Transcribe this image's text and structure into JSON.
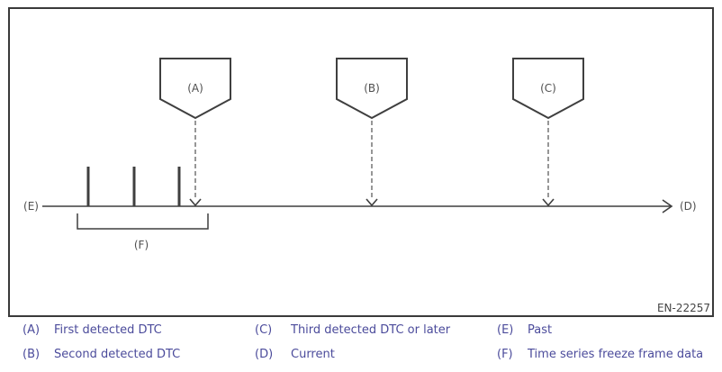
{
  "figure": {
    "markers": [
      {
        "key": "(A)"
      },
      {
        "key": "(B)"
      },
      {
        "key": "(C)"
      }
    ],
    "past_label": "(E)",
    "current_label": "(D)",
    "bracket_label": "(F)",
    "figure_code": "EN-22257"
  },
  "legend": {
    "items": [
      {
        "key": "(A)",
        "text": "First detected DTC"
      },
      {
        "key": "(B)",
        "text": "Second detected DTC"
      },
      {
        "key": "(C)",
        "text": "Third detected DTC or later"
      },
      {
        "key": "(D)",
        "text": "Current"
      },
      {
        "key": "(E)",
        "text": "Past"
      },
      {
        "key": "(F)",
        "text": "Time series freeze frame data"
      }
    ]
  },
  "colors": {
    "line": "#3f3f3f",
    "diagram_label": "#4f4f4f",
    "legend_text": "#4b4b9b"
  }
}
